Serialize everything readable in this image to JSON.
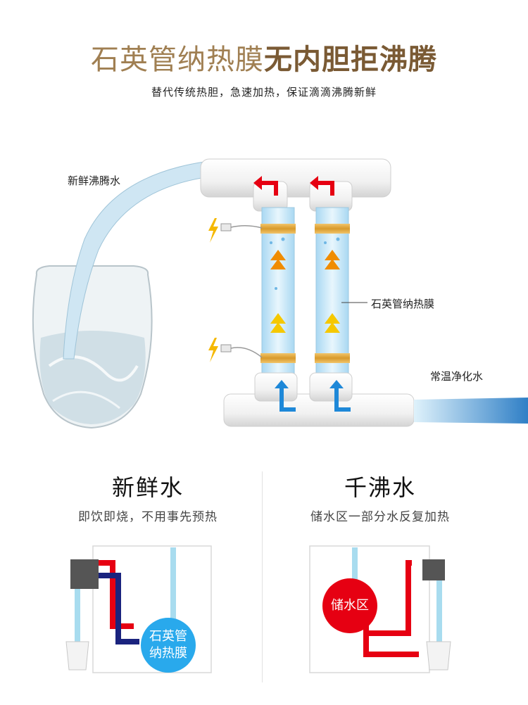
{
  "header": {
    "title_light": "石英管纳热膜",
    "title_bold": "无内胆拒沸腾",
    "subtitle": "替代传统热胆，急速加热，保证滴滴沸腾新鲜"
  },
  "diagram": {
    "fresh_water_label": "新鲜沸腾水",
    "quartz_label": "石英管纳热膜",
    "purified_label": "常温净化水"
  },
  "compare": {
    "left": {
      "heading": "新鲜水",
      "desc": "即饮即烧，不用事先预热",
      "bubble_line1": "石英管",
      "bubble_line2": "纳热膜"
    },
    "right": {
      "heading": "千沸水",
      "desc": "储水区一部分水反复加热",
      "bubble": "储水区"
    }
  },
  "colors": {
    "title_light": "#a07f52",
    "title_bold": "#7a5a34",
    "hot": "#e60012",
    "cold": "#29a9ec",
    "navy": "#1a237e"
  }
}
